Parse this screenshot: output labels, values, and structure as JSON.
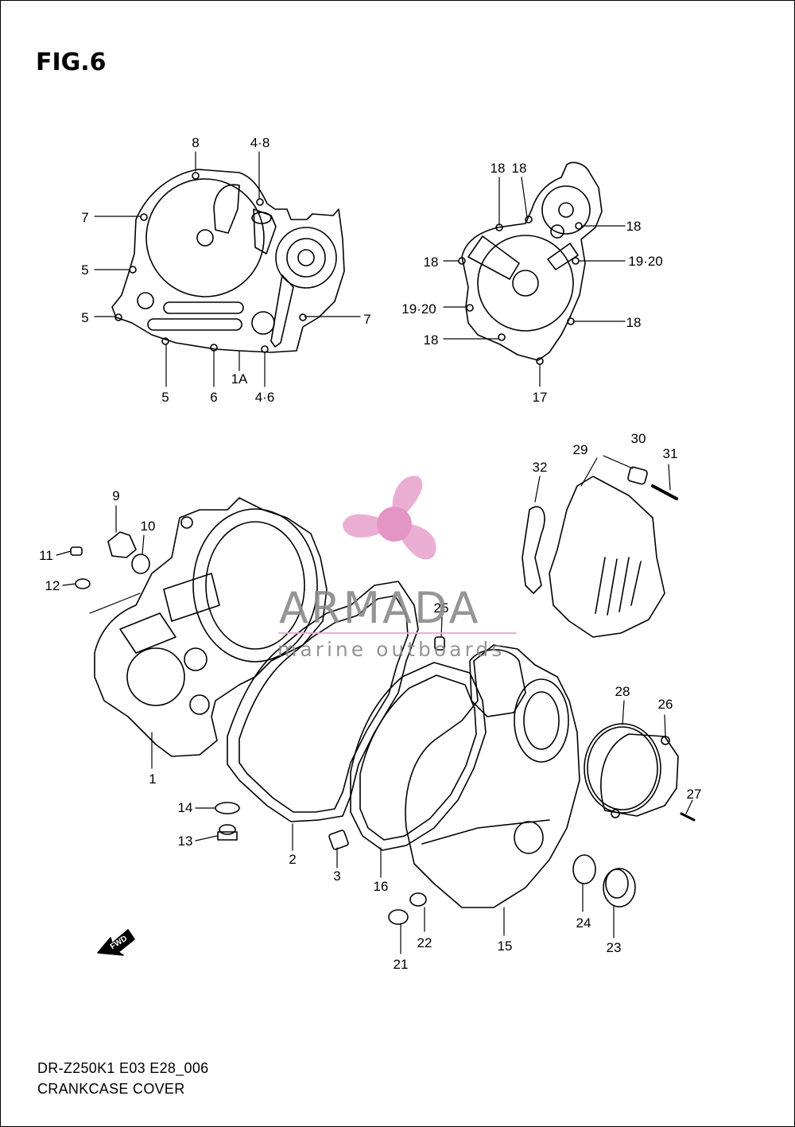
{
  "figure": {
    "title": "FIG.6",
    "model_code": "DR-Z250K1 E03 E28_006",
    "caption": "CRANKCASE COVER",
    "fwd_label": "FWD"
  },
  "watermark": {
    "brand": "ARMADA",
    "tagline": "marine outboards",
    "logo_color": "#e9a6cf"
  },
  "callouts": [
    "8",
    "4·8",
    "7",
    "5",
    "5",
    "7",
    "5",
    "6",
    "1A",
    "4·6",
    "18",
    "18",
    "18",
    "18",
    "19·20",
    "19·20",
    "18",
    "18",
    "17",
    "30",
    "29",
    "31",
    "32",
    "9",
    "10",
    "11",
    "12",
    "25",
    "1",
    "28",
    "26",
    "27",
    "14",
    "13",
    "2",
    "3",
    "16",
    "24",
    "23",
    "22",
    "21",
    "15"
  ],
  "colors": {
    "line": "#000000",
    "background": "#ffffff",
    "watermark_text": "#8a8a8a"
  }
}
